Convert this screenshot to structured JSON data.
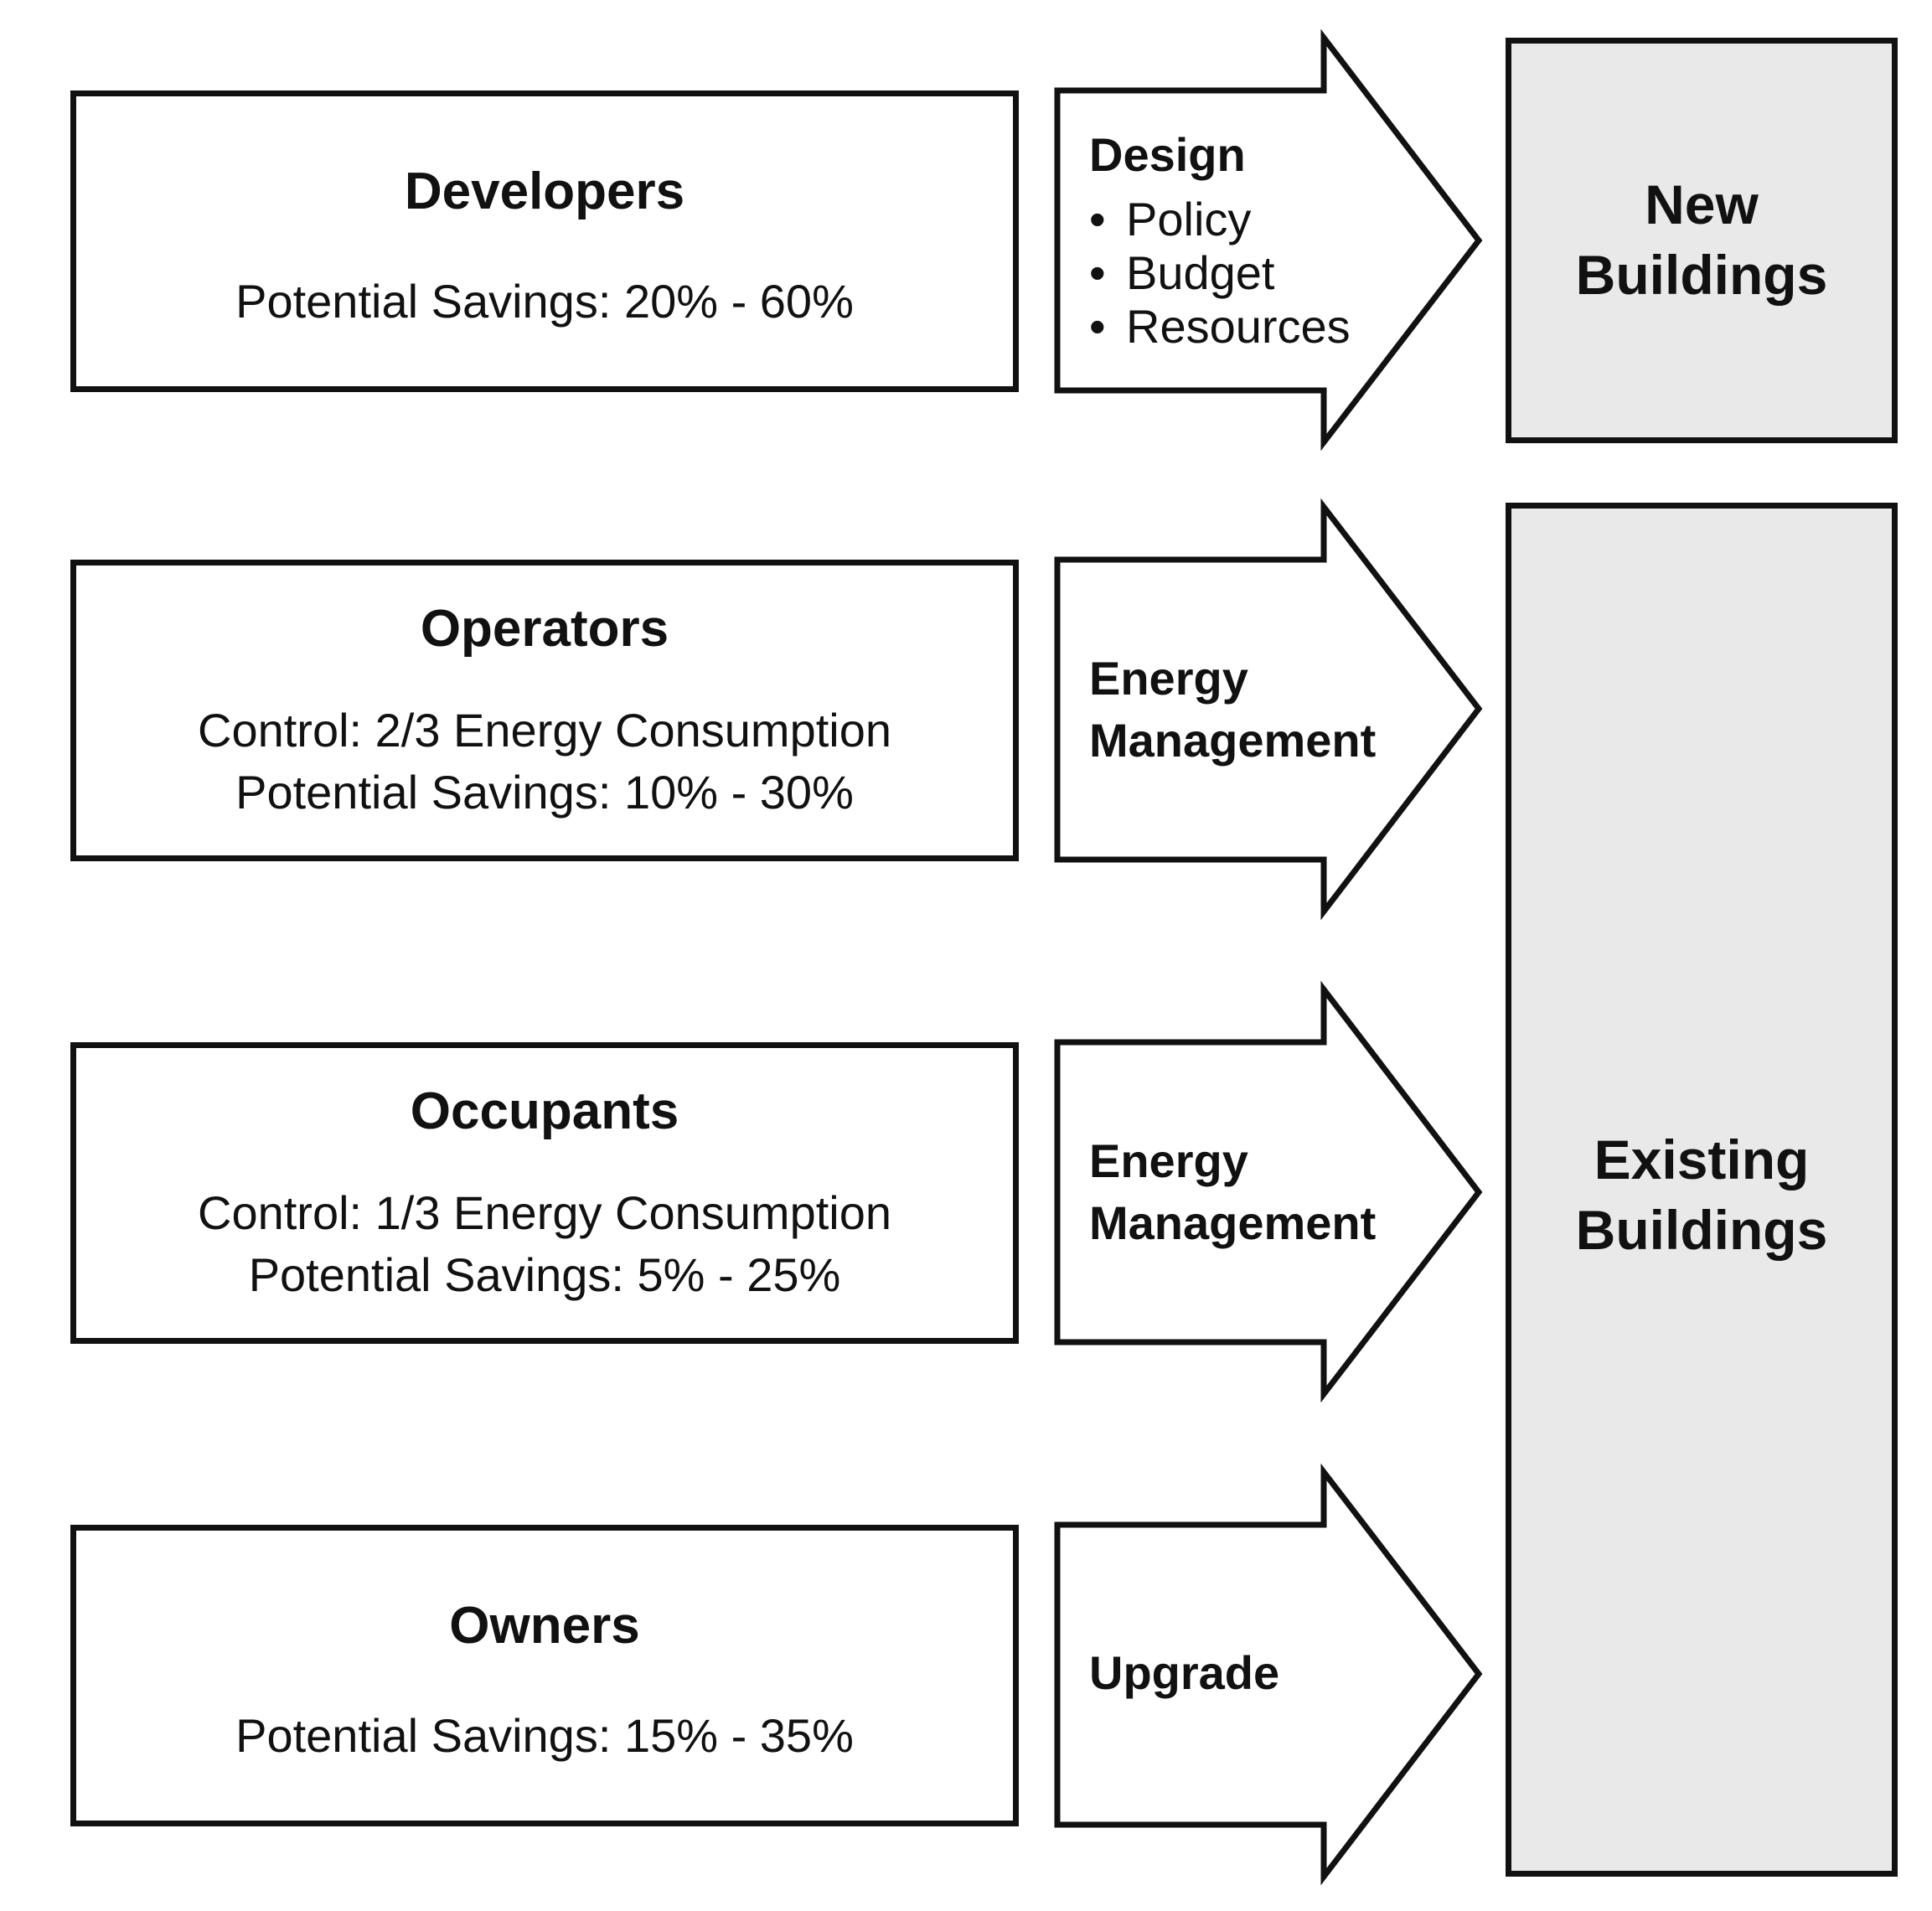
{
  "stakeholders": [
    {
      "title": "Developers",
      "lines": [
        "Potential Savings: 20% - 60%"
      ]
    },
    {
      "title": "Operators",
      "lines": [
        "Control: 2/3 Energy Consumption",
        "Potential Savings: 10% - 30%"
      ]
    },
    {
      "title": "Occupants",
      "lines": [
        "Control: 1/3 Energy Consumption",
        "Potential Savings: 5% - 25%"
      ]
    },
    {
      "title": "Owners",
      "lines": [
        "Potential Savings: 15% - 35%"
      ]
    }
  ],
  "arrows": [
    {
      "heading": "Design",
      "bullets": [
        "Policy",
        "Budget",
        "Resources"
      ]
    },
    {
      "lines": [
        "Energy",
        "Management"
      ]
    },
    {
      "lines": [
        "Energy",
        "Management"
      ]
    },
    {
      "lines": [
        "Upgrade"
      ]
    }
  ],
  "targets": {
    "new": {
      "lines": [
        "New",
        "Buildings"
      ]
    },
    "existing": {
      "lines": [
        "Existing",
        "Buildings"
      ]
    }
  },
  "colors": {
    "stroke": "#111111",
    "target_fill": "#e9e9e9",
    "box_fill": "#ffffff"
  }
}
